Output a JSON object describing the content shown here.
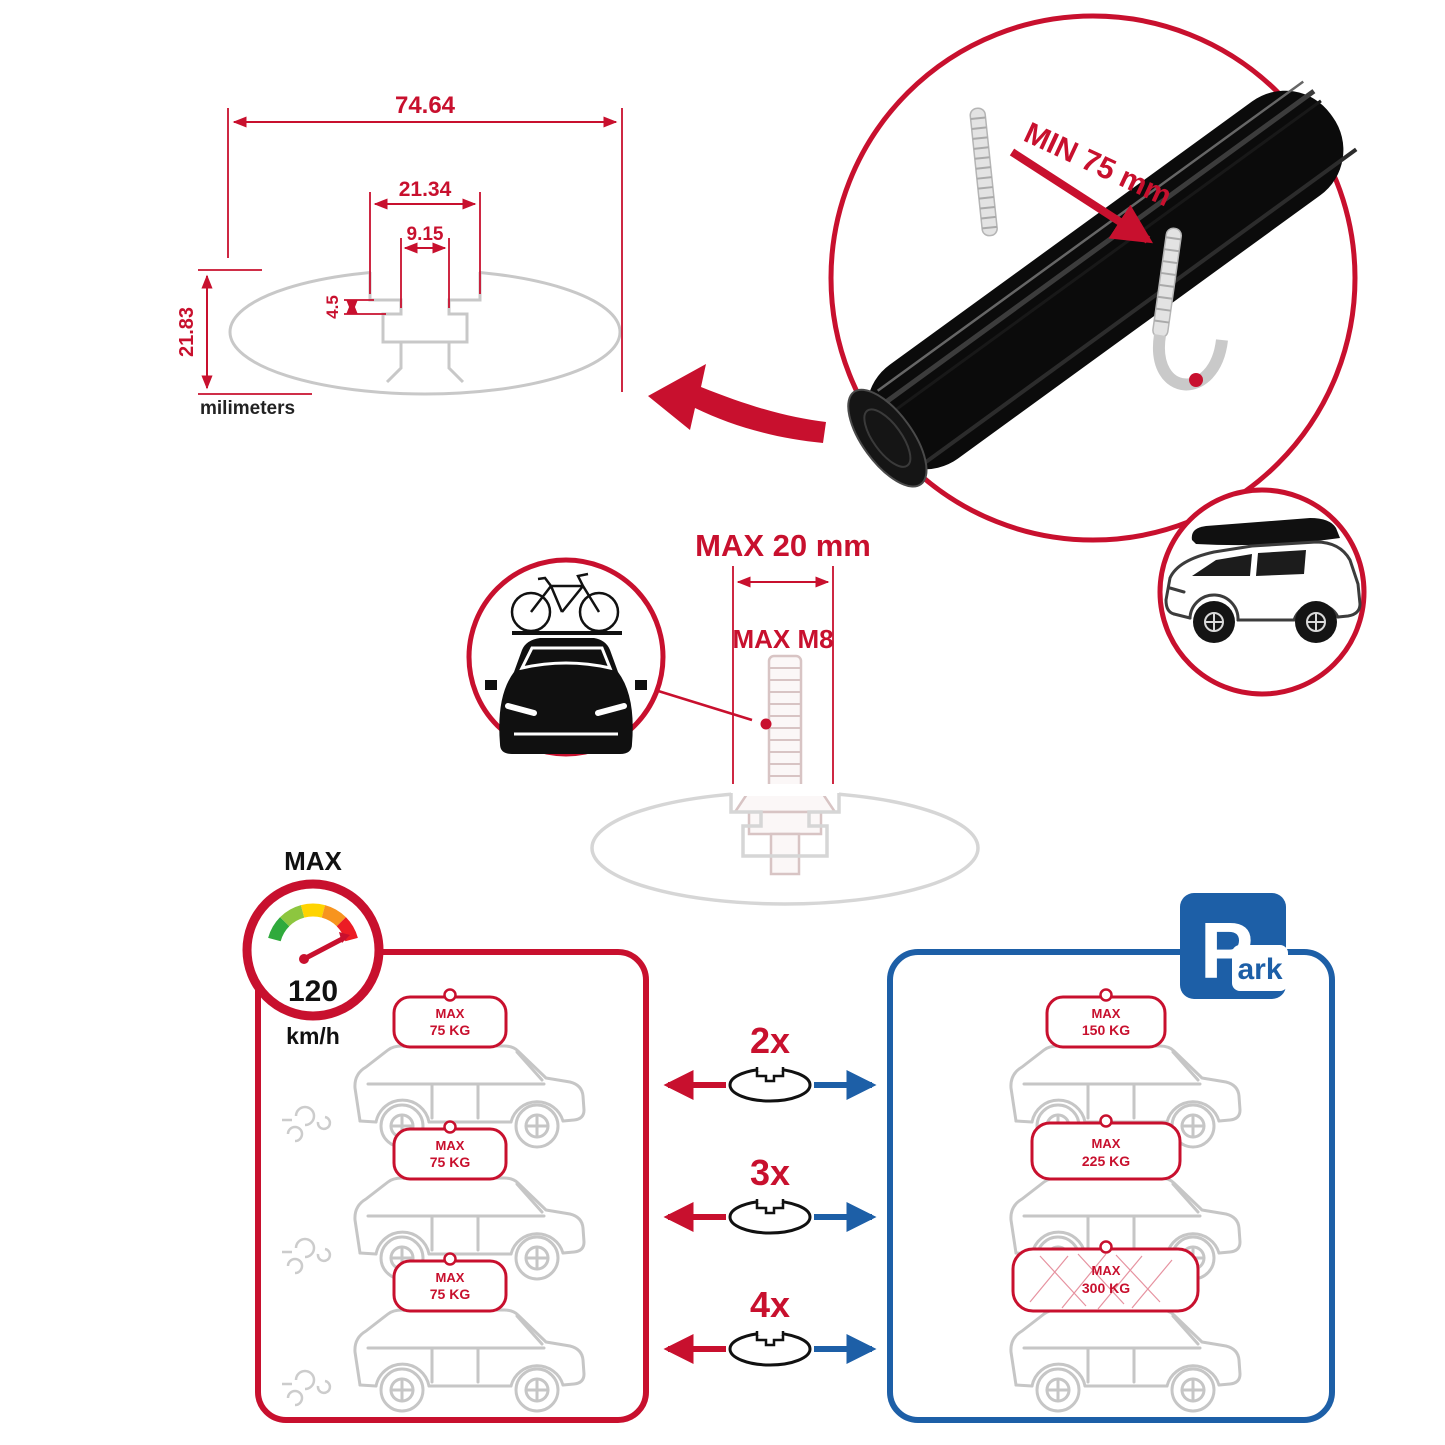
{
  "dimensions": {
    "total_width": "74.64",
    "slot_outer_width": "21.34",
    "slot_inner_width": "9.15",
    "slot_depth": "4.5",
    "total_height": "21.83",
    "unit_note": "milimeters"
  },
  "clamp": {
    "min_span": "MIN 75 mm"
  },
  "bolt": {
    "max_length": "MAX 20 mm",
    "max_thread": "MAX M8"
  },
  "speed_limit": {
    "label": "MAX",
    "value": "120",
    "unit": "km/h"
  },
  "comparison": {
    "bar_counts": [
      "2x",
      "3x",
      "4x"
    ],
    "moving": {
      "cars": [
        {
          "max": "MAX",
          "load": "75 KG"
        },
        {
          "max": "MAX",
          "load": "75 KG"
        },
        {
          "max": "MAX",
          "load": "75 KG"
        }
      ]
    },
    "parked": {
      "cars": [
        {
          "max": "MAX",
          "load": "150 KG"
        },
        {
          "max": "MAX",
          "load": "225 KG"
        },
        {
          "max": "MAX",
          "load": "300 KG"
        }
      ]
    },
    "park_sign": {
      "p": "P",
      "ark": "ark"
    }
  },
  "icons": {
    "speedometer": "gauge-arc-with-needle",
    "park_sign": "blue-parking-P",
    "bike_on_car": "car-front-with-bicycle-on-roof",
    "suv_roof_box": "suv-with-roof-box",
    "crossbar_section": "ellipse-bar-cross-section",
    "arrow_left": "red-arrow-left",
    "arrow_right": "blue-arrow-right"
  },
  "colors": {
    "accent_red": "#c8102e",
    "accent_blue": "#1d5fa7",
    "outline_gray": "#c6c6c6",
    "bar_black": "#0b0b0b",
    "gauge": [
      "#2faa3c",
      "#8dc63f",
      "#ffd400",
      "#f7941e",
      "#ec1c24"
    ]
  }
}
